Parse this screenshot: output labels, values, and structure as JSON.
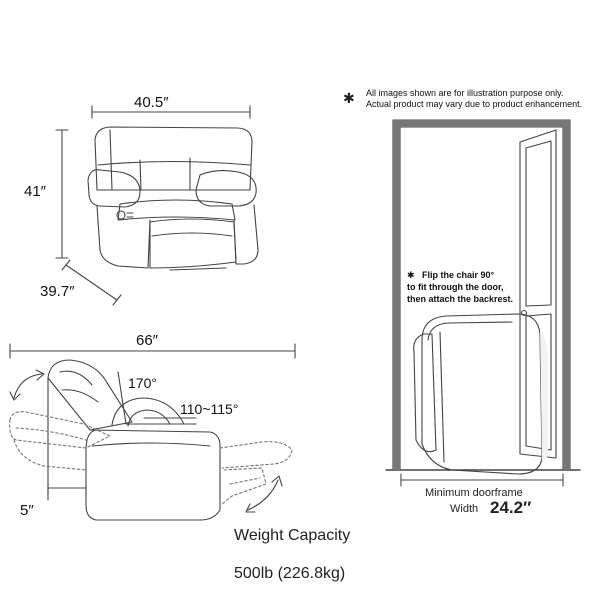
{
  "dimensions": {
    "width": "40.5″",
    "height": "41″",
    "depth": "39.7″",
    "reclined_length": "66″",
    "wall_clearance": "5″",
    "back_angle": "170°",
    "recline_angle": "110~115°"
  },
  "disclaimer": {
    "symbol": "✱",
    "line1": "All images shown are for illustration purpose only.",
    "line2": "Actual product may vary due to product enhancement."
  },
  "door_instruction": {
    "symbol": "✱",
    "line1": "Flip the chair 90°",
    "line2": "to fit through the door,",
    "line3": "then attach the backrest."
  },
  "doorframe": {
    "label1": "Minimum doorframe",
    "label2": "Width",
    "value": "24.2″"
  },
  "capacity": {
    "title": "Weight Capacity",
    "value": "500lb (226.8kg)"
  }
}
